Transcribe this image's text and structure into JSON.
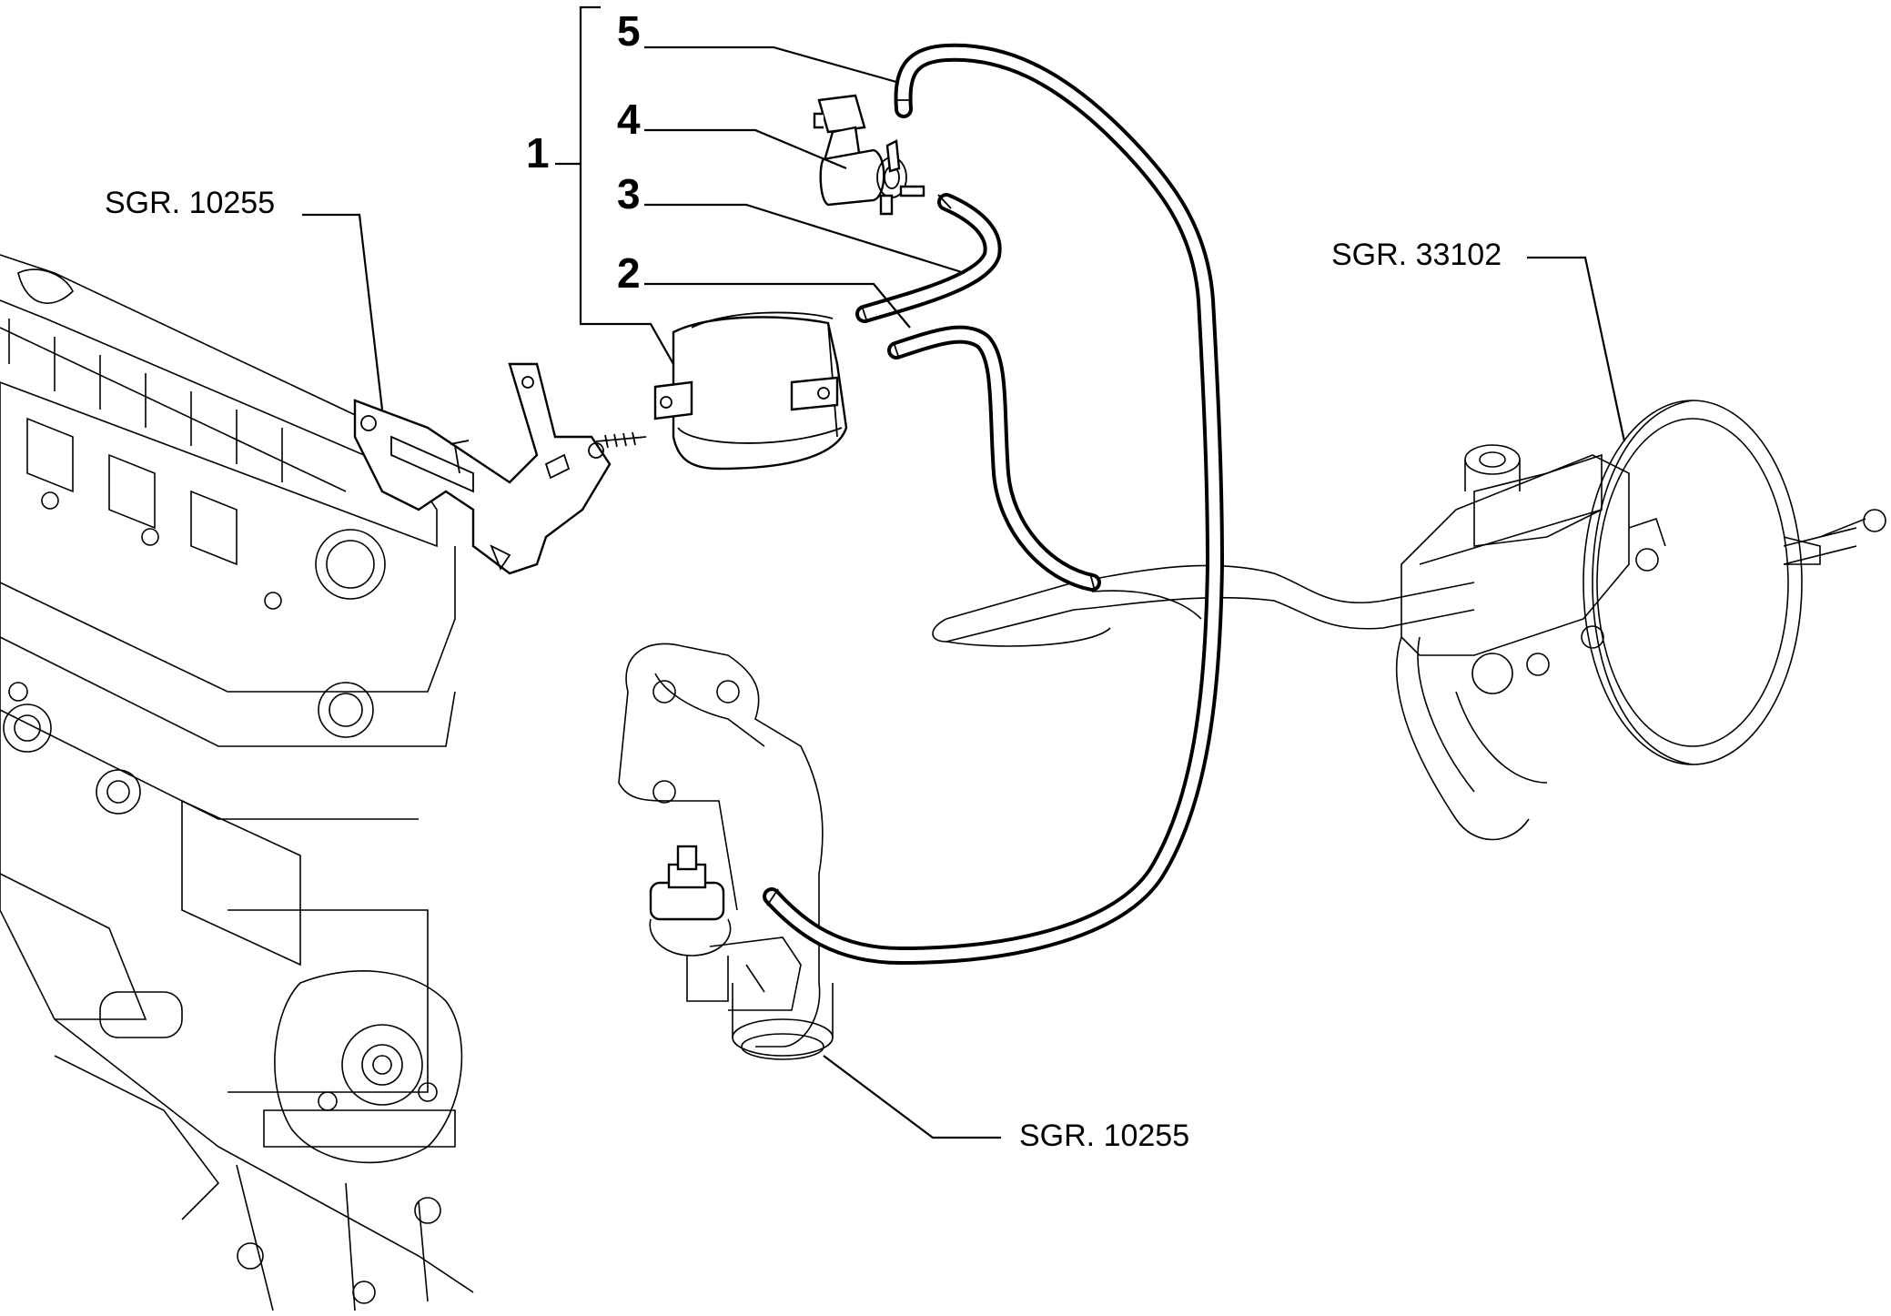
{
  "callouts": {
    "item1": "1",
    "item2": "2",
    "item3": "3",
    "item4": "4",
    "item5": "5"
  },
  "references": {
    "engine_head": "SGR. 10255",
    "intake_manifold": "SGR. 10255",
    "brake_booster": "SGR. 33102"
  }
}
